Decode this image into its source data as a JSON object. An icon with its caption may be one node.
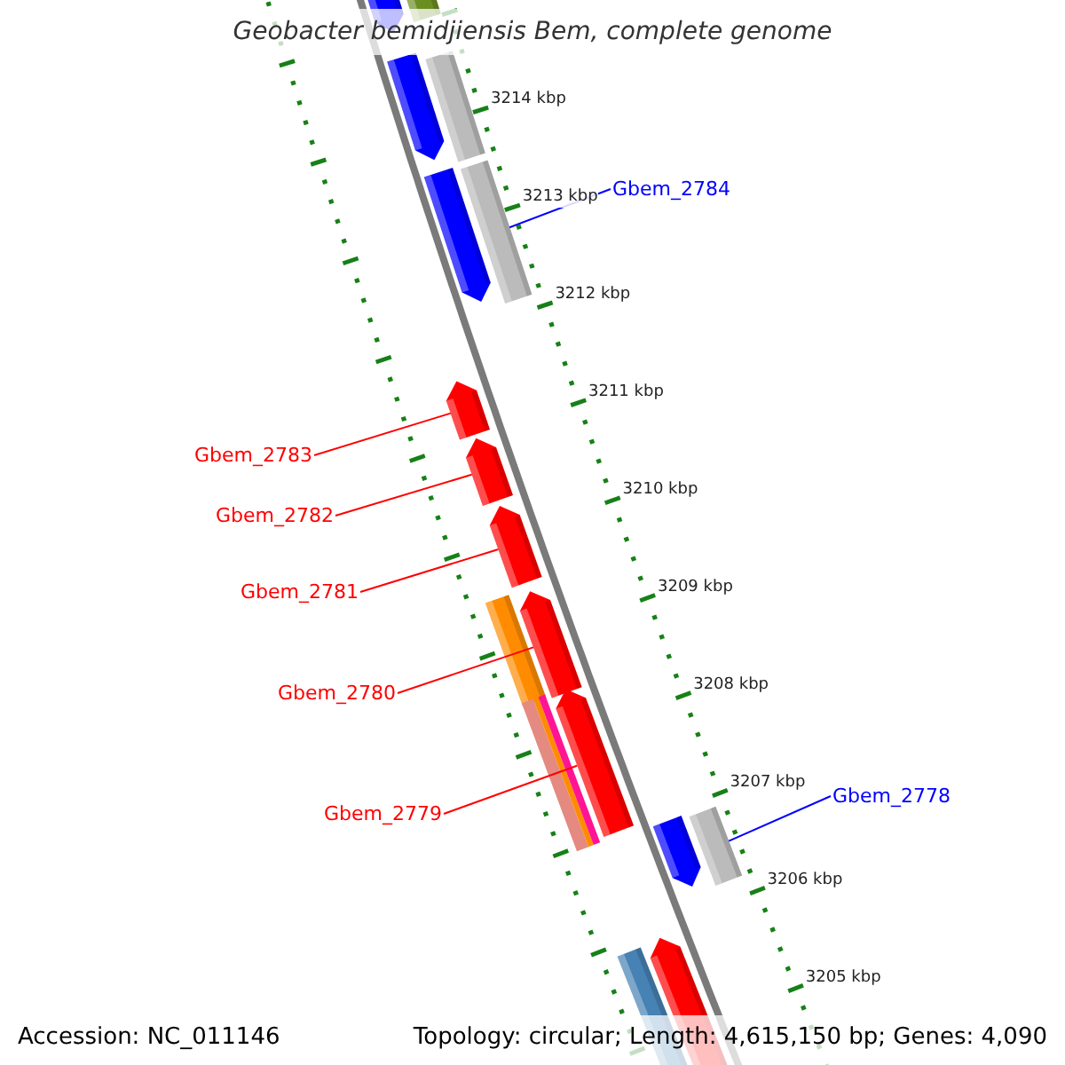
{
  "diagram": {
    "title": "Geobacter bemidjiensis Bem, complete genome",
    "nodes": [
      {
        "text": [
          "Gbem_2784"
        ]
      },
      {
        "text": [
          "Gbem_2783"
        ]
      },
      {
        "text": [
          "Gbem_2782"
        ]
      },
      {
        "text": [
          "Gbem_2781"
        ]
      },
      {
        "text": [
          "Gbem_2780"
        ]
      },
      {
        "text": [
          "Gbem_2779"
        ]
      },
      {
        "text": [
          "Gbem_2778"
        ]
      },
      {
        "text": [],
        "shape": "bar"
      },
      {
        "text": [],
        "shape": "arrow"
      },
      {
        "text": [],
        "shape": "arrow"
      },
      {
        "text": [],
        "shape": "arrow"
      },
      {
        "text": [],
        "shape": "arrow"
      },
      {
        "text": [],
        "shape": "arrow"
      },
      {
        "text": [],
        "shape": "bar"
      }
    ],
    "edges": [
      {
        "from": 0,
        "to": 7,
        "arrow": "none",
        "color": "#0000ff"
      },
      {
        "from": 1,
        "to": 8,
        "arrow": "none"
      },
      {
        "from": 2,
        "to": 9,
        "arrow": "none"
      },
      {
        "from": 3,
        "to": 10,
        "arrow": "none"
      },
      {
        "from": 4,
        "to": 11,
        "arrow": "none"
      },
      {
        "from": 5,
        "to": 12,
        "arrow": "none"
      },
      {
        "from": 6,
        "to": 13,
        "arrow": "none",
        "color": "#0000ff"
      }
    ],
    "labels": [
      "3214 kbp",
      "3213 kbp",
      "3212 kbp",
      "3211 kbp",
      "3210 kbp",
      "3209 kbp",
      "3208 kbp",
      "3207 kbp",
      "3206 kbp",
      "3205 kbp",
      "Accession: NC_011146",
      "Topology: circular; Length: 4,615,150 bp; Genes: 4,090"
    ]
  }
}
